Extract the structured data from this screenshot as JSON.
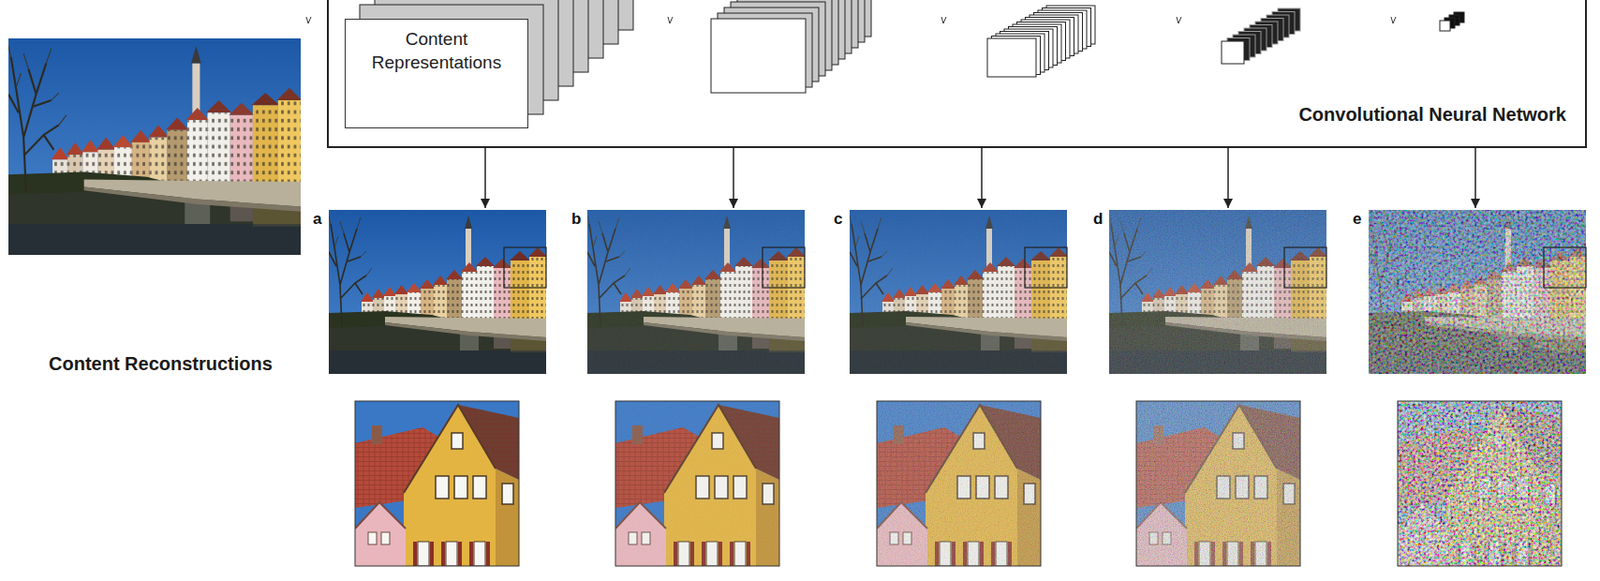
{
  "diagram": {
    "nodes": [
      {
        "text": [
          "Convolutional Neural Network"
        ]
      },
      {
        "text": [
          "Content Representations"
        ],
        "in": 0
      },
      {
        "text": [
          "a"
        ]
      },
      {
        "text": [
          "b"
        ]
      },
      {
        "text": [
          "c"
        ]
      },
      {
        "text": [
          "d"
        ]
      },
      {
        "text": [
          "e"
        ]
      }
    ],
    "edges": [
      {
        "from": 0,
        "to": 2,
        "arrow": "to"
      },
      {
        "from": 0,
        "to": 3,
        "arrow": "to"
      },
      {
        "from": 0,
        "to": 4,
        "arrow": "to"
      },
      {
        "from": 0,
        "to": 5,
        "arrow": "to"
      },
      {
        "from": 0,
        "to": 6,
        "arrow": "to"
      }
    ],
    "labels": [
      "Content Reconstructions"
    ]
  }
}
